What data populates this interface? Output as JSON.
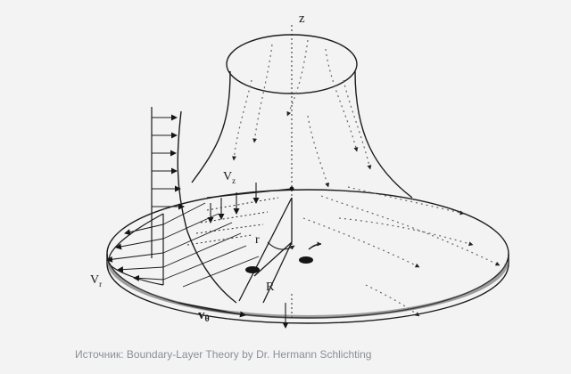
{
  "diagram": {
    "labels": {
      "z": "z",
      "vz_main": "V",
      "vz_sub": "z",
      "r": "r",
      "R": "R",
      "vr_main": "V",
      "vr_sub": "r",
      "vtheta_main": "v",
      "vtheta_sub": "θ"
    }
  },
  "caption": "Источник: Boundary-Layer Theory by Dr. Hermann Schlichting"
}
